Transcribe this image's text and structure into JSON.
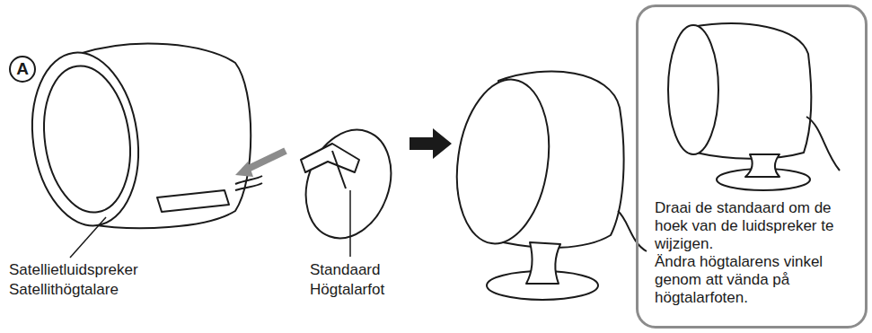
{
  "diagram": {
    "nodes": [
      {
        "text": [
          "Draai de standaard om de hoek van de luidspreker te wijzigen.",
          "Ändra högtalarens vinkel genom att vända på högtalarfoten."
        ]
      }
    ],
    "labels": [
      "A",
      "Satellietluidspreker",
      "Satellithögtalare",
      "Standaard",
      "Högtalarfot"
    ]
  }
}
